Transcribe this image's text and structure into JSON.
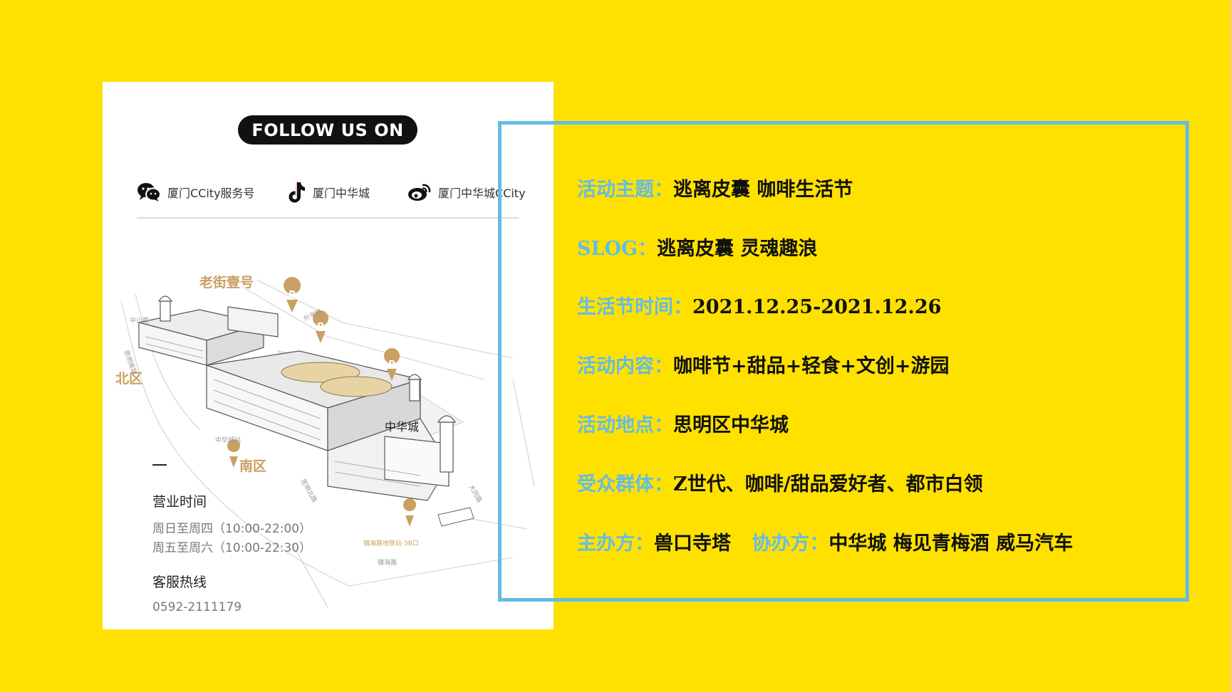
{
  "card": {
    "follow_label": "FOLLOW US ON",
    "socials": [
      {
        "icon": "wechat-icon",
        "label": "厦门CCity服务号"
      },
      {
        "icon": "tiktok-icon",
        "label": "厦门中华城"
      },
      {
        "icon": "weibo-icon",
        "label": "厦门中华城CCity"
      }
    ],
    "map": {
      "areas": [
        "老街壹号",
        "北区",
        "南区"
      ],
      "signs": [
        "中华城"
      ],
      "roads": [
        "中山路",
        "思明南路",
        "升平路",
        "中华城站",
        "思明北路",
        "镇海路地铁站·3B口",
        "镇海路",
        "大同路"
      ]
    },
    "hours_title": "营业时间",
    "hours": [
      "周日至周四（10:00-22:00）",
      "周五至周六（10:00-22:30）"
    ],
    "hotline_title": "客服热线",
    "hotline": "0592-2111179"
  },
  "details": [
    {
      "label": "活动主题：",
      "value": "逃离皮囊 咖啡生活节"
    },
    {
      "label": "SLOG：",
      "value": "逃离皮囊  灵魂趣浪"
    },
    {
      "label": "生活节时间：",
      "value": "2021.12.25-2021.12.26"
    },
    {
      "label": "活动内容：",
      "value": "咖啡节+甜品+轻食+文创+游园"
    },
    {
      "label": "活动地点：",
      "value": "思明区中华城"
    },
    {
      "label": "受众群体：",
      "value": "Z世代、咖啡/甜品爱好者、都市白领"
    },
    {
      "label": "主办方：",
      "value": "兽口寺塔",
      "label2": "协办方：",
      "value2": "中华城 梅见青梅酒 威马汽车"
    }
  ],
  "colors": {
    "background": "#FFE100",
    "accent": "#63BCE4",
    "map_gold": "#C9A063"
  }
}
